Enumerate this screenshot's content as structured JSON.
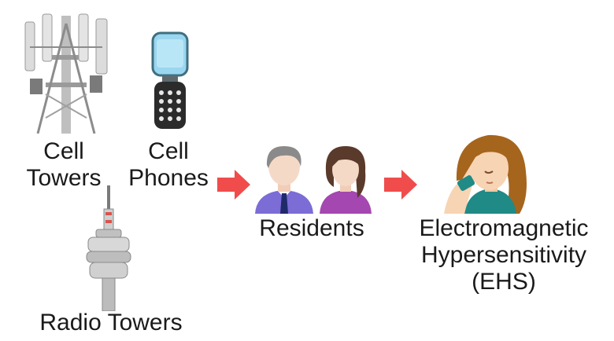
{
  "sources": {
    "cell_towers": {
      "line1": "Cell",
      "line2": "Towers"
    },
    "cell_phones": {
      "line1": "Cell",
      "line2": "Phones"
    },
    "radio_towers": {
      "label": "Radio Towers"
    }
  },
  "residents": {
    "label": "Residents"
  },
  "outcome": {
    "line1": "Electromagnetic",
    "line2": "Hypersensitivity",
    "line3": "(EHS)"
  },
  "icons": [
    "cell-tower-icon",
    "cell-phone-icon",
    "radio-tower-icon",
    "arrow-right-icon",
    "man-avatar-icon",
    "woman-avatar-icon",
    "headache-woman-icon"
  ],
  "colors": {
    "arrow": "#f04c4c",
    "shirt": "#7b6cd6",
    "skin": "#f5d9c7",
    "hair_man": "#8a8a8a",
    "hair_woman": "#5a3a2a",
    "patient_hair": "#a5651d",
    "patient_shirt": "#1f8a86",
    "phone_screen": "#8fd0ea"
  }
}
